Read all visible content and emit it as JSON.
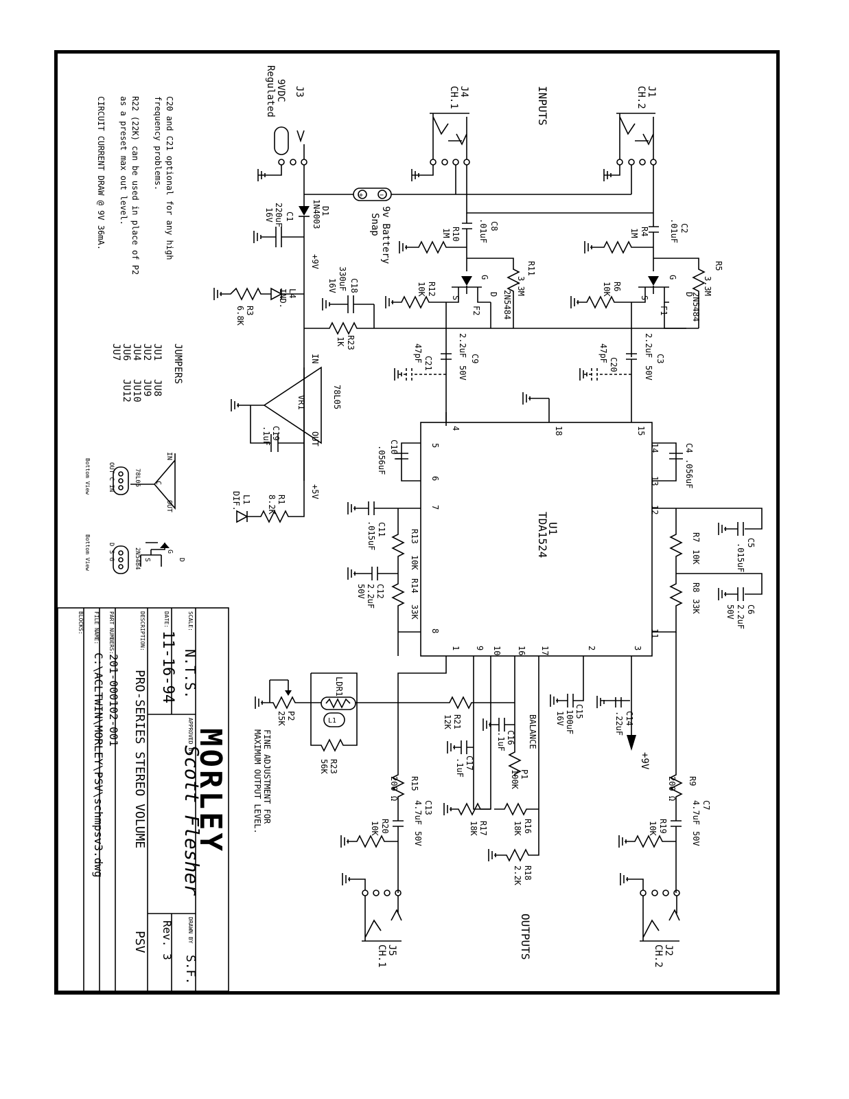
{
  "notes": {
    "n1a": "C20 and C21 optional for any high",
    "n1b": "frequency problems.",
    "n2a": "R22 (22K) can be used in place of P2",
    "n2b": "as a preset max out level.",
    "n3": "CIRCUIT CURRENT DRAW @ 9V 36mA."
  },
  "jumpers": {
    "title": "JUMPERS",
    "col1": [
      "JU1",
      "JU2",
      "JU4",
      "JU6",
      "JU7"
    ],
    "col2": [
      "JU8",
      "JU9",
      "JU10",
      "JU12"
    ]
  },
  "sections": {
    "inputs": "INPUTS",
    "outputs": "OUTPUTS"
  },
  "jacks": {
    "j1": [
      "J1",
      "CH.2"
    ],
    "j4": [
      "J4",
      "CH.1"
    ],
    "j3": [
      "J3",
      "9VDC",
      "Regulated"
    ],
    "j2": [
      "J2",
      "CH.2"
    ],
    "j5": [
      "J5",
      "CH.1"
    ]
  },
  "battery": [
    "9v Battery",
    "Snap"
  ],
  "rails": {
    "p9": "+9V",
    "p5": "+5V",
    "in": "IN",
    "out": "OUT",
    "p9arrow": "+9V"
  },
  "components": {
    "d1": [
      "D1",
      "1N4003"
    ],
    "c1": [
      "C1",
      "220uF",
      "16V"
    ],
    "c18": [
      "C18",
      "330uF",
      "16V"
    ],
    "l4": [
      "L4",
      "IND."
    ],
    "r3": [
      "R3",
      "6.8K"
    ],
    "r23a": [
      "R23",
      "1K"
    ],
    "vr1": [
      "VR1",
      "78L05"
    ],
    "c19": [
      "C19",
      ".1uF"
    ],
    "l1": [
      "L1",
      "DIF."
    ],
    "r1": [
      "R1",
      "8.2K"
    ],
    "c8": [
      "C8",
      ".01uF"
    ],
    "r10": [
      "R10",
      "1M"
    ],
    "r11": [
      "R11",
      "3.3M"
    ],
    "r12": [
      "R12",
      "10K"
    ],
    "f2": [
      "F2",
      "2N5484"
    ],
    "c9": [
      "C9",
      "2.2uF",
      "50V"
    ],
    "c21": [
      "C21",
      "47pF"
    ],
    "c2": [
      "C2",
      ".01uF"
    ],
    "r4": [
      "R4",
      "1M"
    ],
    "r5": [
      "R5",
      "3.3M"
    ],
    "r6": [
      "R6",
      "10K"
    ],
    "f1": [
      "F1",
      "2N5484"
    ],
    "c3": [
      "C3",
      "2.2uF",
      "50V"
    ],
    "c20": [
      "C20",
      "47pF"
    ],
    "u1": [
      "U1",
      "TDA1524"
    ],
    "c10": [
      "C10",
      ".056uF"
    ],
    "c11": [
      "C11",
      ".015uF"
    ],
    "r13": [
      "R13",
      "10K"
    ],
    "c12": [
      "C12",
      "2.2uF",
      "50V"
    ],
    "r14": [
      "R14",
      "33K"
    ],
    "c4": [
      "C4",
      ".056uF"
    ],
    "c5": [
      "C5",
      ".015uF"
    ],
    "r7": [
      "R7",
      "10K"
    ],
    "c6": [
      "C6",
      "2.2uF",
      "50V"
    ],
    "r8": [
      "R8",
      "33K"
    ],
    "c15": [
      "C15",
      "100uF",
      "16V"
    ],
    "c14": [
      "C14",
      ".22uF"
    ],
    "r9": [
      "R9",
      "200 Ω"
    ],
    "c7": [
      "C7",
      "4.7uF",
      "50V"
    ],
    "r19": [
      "R19",
      "10K"
    ],
    "p2": [
      "P2",
      "25K"
    ],
    "ldr1": [
      "LDR1"
    ],
    "l1c": [
      "L1"
    ],
    "r23b": [
      "R23",
      "56K"
    ],
    "fine": [
      "FINE ADJUSTMENT FOR",
      "MAXIMUM OUTPUT LEVEL."
    ],
    "r21": [
      "R21",
      "12K"
    ],
    "c16": [
      "C16",
      ".1uF"
    ],
    "c17": [
      "C17",
      ".1uF"
    ],
    "p1": [
      "P1",
      "100K"
    ],
    "balance": "BALANCE",
    "r15": [
      "R15",
      "200 Ω"
    ],
    "c13": [
      "C13",
      "4.7uF",
      "50V"
    ],
    "r20": [
      "R20",
      "10K"
    ],
    "r17": [
      "R17",
      "18K"
    ],
    "r16": [
      "R16",
      "18K"
    ],
    "r18": [
      "R18",
      "2.2K"
    ]
  },
  "pins": {
    "p4": "4",
    "p18": "18",
    "p15": "15",
    "p5": "5",
    "p6": "6",
    "p7": "7",
    "p8": "8",
    "p14": "14",
    "p13": "13",
    "p12": "12",
    "p11": "11",
    "p1": "1",
    "p9": "9",
    "p10": "10",
    "p16": "16",
    "p17": "17",
    "p2": "2",
    "p3": "3"
  },
  "pinout": {
    "reg": {
      "in": "IN",
      "out": "OUT",
      "c": "C",
      "part": "78L05",
      "pins": "OUT  C  IN",
      "view": "Bottom View"
    },
    "jfet": {
      "g": "G",
      "s": "S",
      "d": "D",
      "part": "2N5484",
      "pins": "D  S  G",
      "view": "Bottom View"
    }
  },
  "title_block": {
    "logo": "MORLEY",
    "scale_label": "SCALE:",
    "scale": "N.T.S.",
    "approved_label": "APPROVED BY",
    "approved_sig": "Scott Flesher",
    "drawn_label": "DRAWN BY",
    "drawn": "S.F.",
    "date_label": "DATE:",
    "date": "11-16-94",
    "rev": "Rev. 3",
    "desc_label": "DESCRIPTION:",
    "desc": "PRO-SERIES STEREO VOLUME",
    "desc_code": "PSV",
    "part_label": "PART NUMBERS:",
    "part": "201-000102-001",
    "file_label": "FILE NAME:",
    "file": "C:\\ACLTWIN\\MORLEY\\PSV\\schmpsv3.dwg",
    "blocks_label": "BLOCKS:"
  }
}
